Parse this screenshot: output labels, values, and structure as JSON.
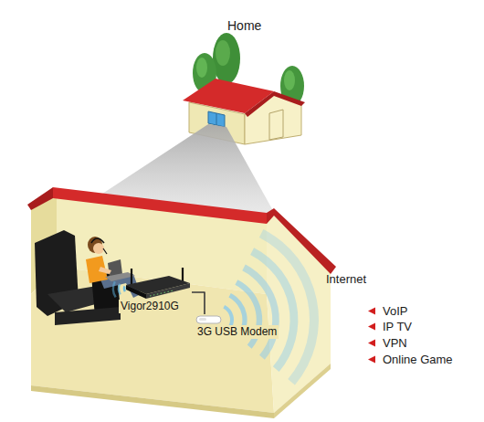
{
  "diagram": {
    "nodes": [
      {
        "text": [
          "Vigor2910G"
        ]
      },
      {
        "text": [
          "3G USB Modem"
        ]
      }
    ],
    "edges": [
      {
        "from": 0,
        "to": 1,
        "arrow": "none"
      }
    ],
    "labels": [
      "Home",
      "Internet",
      "VoIP",
      "IP TV",
      "VPN",
      "Online Game"
    ]
  }
}
